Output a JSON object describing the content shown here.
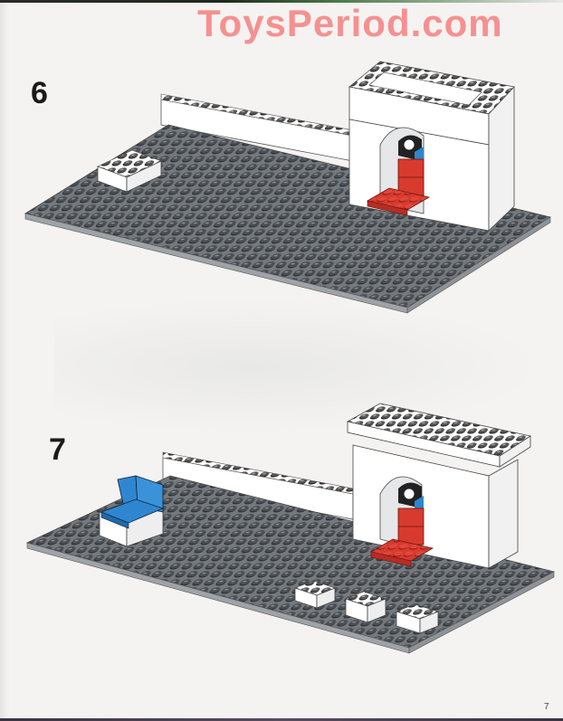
{
  "watermark": "ToysPeriod.com",
  "page": {
    "type": "LEGO building instructions",
    "page_number": "7"
  },
  "steps": [
    {
      "number": "6",
      "description": "Gray baseplate with white wall brick row, white 2x4 brick on left, white arch/fireplace structure with red drawers, blue piece and clock on the right"
    },
    {
      "number": "7",
      "description": "Same scene with blue double seat on white brick at left, white plate roof added on arch structure, three white 2x2 bricks in front right"
    }
  ],
  "colors": {
    "watermark": "#f79090",
    "baseplate": "#5e6368",
    "stud": "#3f4347",
    "brick_white": "#ffffff",
    "brick_red": "#d83a2e",
    "brick_blue": "#2f86d0",
    "paper": "#f4f3f1"
  }
}
